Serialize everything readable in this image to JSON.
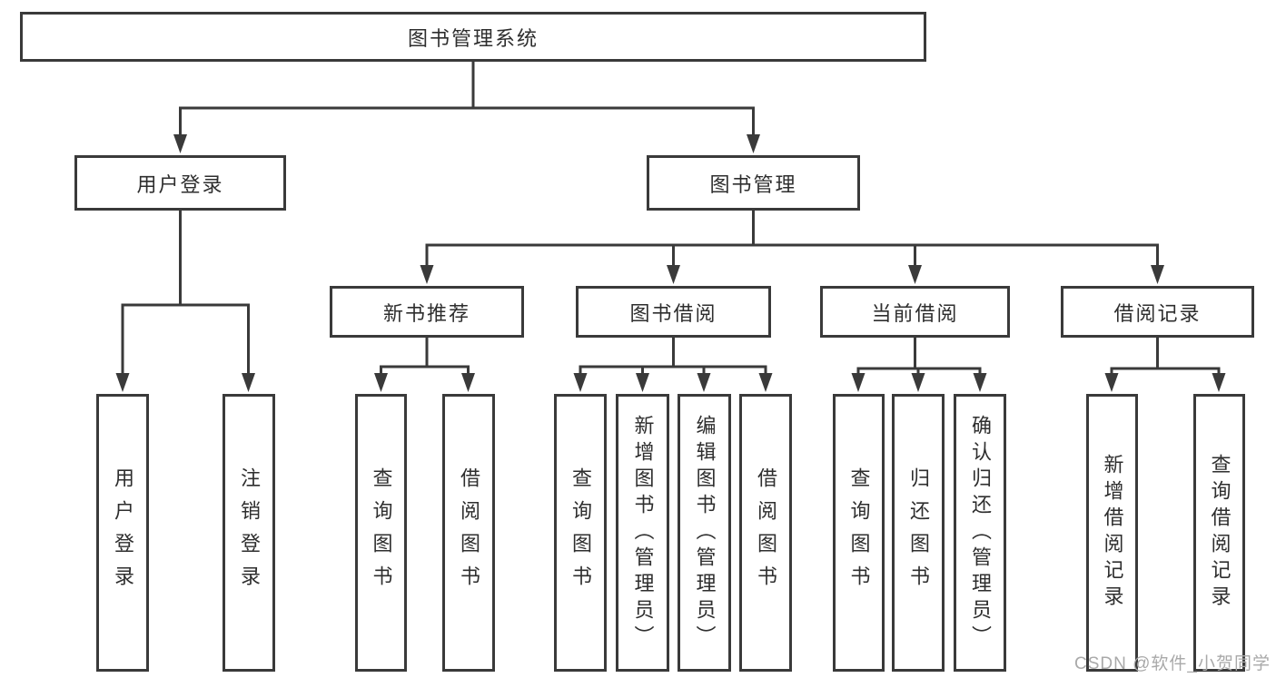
{
  "tree": {
    "root": {
      "label": "图书管理系统",
      "children": [
        {
          "label": "用户登录",
          "children": [
            {
              "label": "用户登录"
            },
            {
              "label": "注销登录"
            }
          ]
        },
        {
          "label": "图书管理",
          "children": [
            {
              "label": "新书推荐",
              "children": [
                {
                  "label": "查询图书"
                },
                {
                  "label": "借阅图书"
                }
              ]
            },
            {
              "label": "图书借阅",
              "children": [
                {
                  "label": "查询图书"
                },
                {
                  "label": "新增图书（管理员）"
                },
                {
                  "label": "编辑图书（管理员）"
                },
                {
                  "label": "借阅图书"
                }
              ]
            },
            {
              "label": "当前借阅",
              "children": [
                {
                  "label": "查询图书"
                },
                {
                  "label": "归还图书"
                },
                {
                  "label": "确认归还（管理员）"
                }
              ]
            },
            {
              "label": "借阅记录",
              "children": [
                {
                  "label": "新增借阅记录"
                },
                {
                  "label": "查询借阅记录"
                }
              ]
            }
          ]
        }
      ]
    }
  },
  "watermark": {
    "text": "CSDN @软件_小贺同学"
  },
  "colors": {
    "line": "#3a3a3a",
    "box_border": "#3a3a3a",
    "text": "#2e2e2e",
    "watermark": "#a9a9a9",
    "background": "#ffffff"
  }
}
